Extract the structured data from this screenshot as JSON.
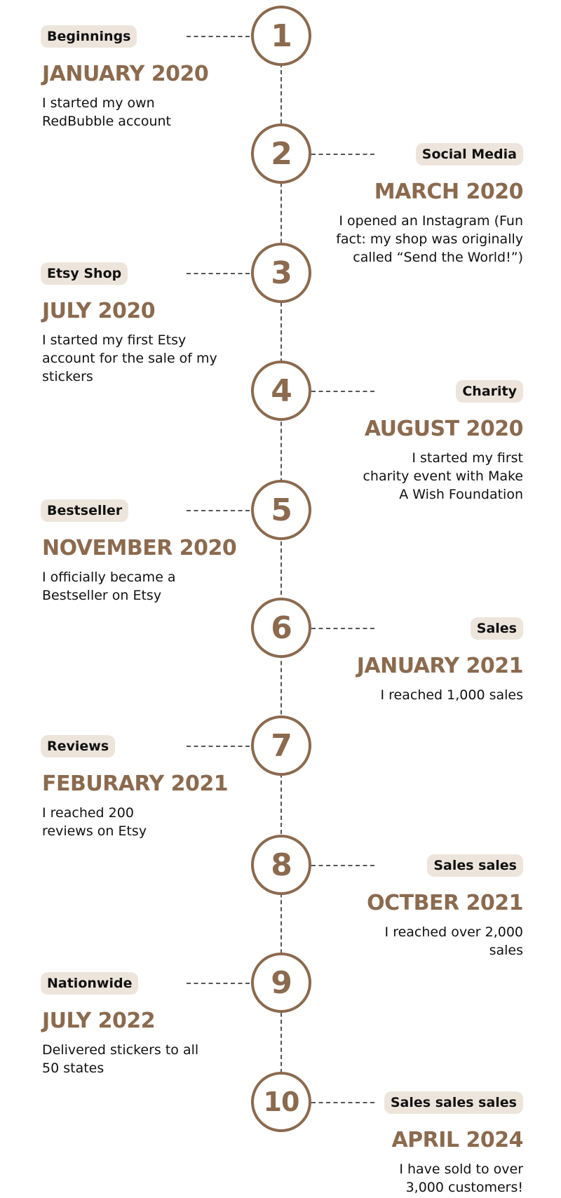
{
  "milestones": [
    {
      "number": "1",
      "side": "left",
      "tag": "Beginnings",
      "date": "JANUARY 2020",
      "description": "I started my own RedBubble account"
    },
    {
      "number": "2",
      "side": "right",
      "tag": "Social Media",
      "date": "MARCH 2020",
      "description": "I opened an Instagram (Fun fact: my shop was originally called “Send the World!”)"
    },
    {
      "number": "3",
      "side": "left",
      "tag": "Etsy Shop",
      "date": "JULY 2020",
      "description": "I started my first Etsy account for the sale of my stickers"
    },
    {
      "number": "4",
      "side": "right",
      "tag": "Charity",
      "date": "AUGUST 2020",
      "description": "I started my first charity event with Make A Wish Foundation"
    },
    {
      "number": "5",
      "side": "left",
      "tag": "Bestseller",
      "date": "NOVEMBER 2020",
      "description": "I officially became a Bestseller on Etsy"
    },
    {
      "number": "6",
      "side": "right",
      "tag": "Sales",
      "date": "JANUARY 2021",
      "description": "I reached 1,000 sales"
    },
    {
      "number": "7",
      "side": "left",
      "tag": "Reviews",
      "date": "FEBURARY 2021",
      "description": "I reached 200 reviews on Etsy"
    },
    {
      "number": "8",
      "side": "right",
      "tag": "Sales sales",
      "date": "OCTBER 2021",
      "description": "I reached over 2,000 sales"
    },
    {
      "number": "9",
      "side": "left",
      "tag": "Nationwide",
      "date": "JULY 2022",
      "description": "Delivered stickers to all 50 states"
    },
    {
      "number": "10",
      "side": "right",
      "tag": "Sales sales sales",
      "date": "APRIL 2024",
      "description": "I have sold to over 3,000 customers!"
    }
  ],
  "colors": {
    "accent": "#8b6a4e",
    "tag_background": "#ede5dc",
    "text": "#111111",
    "connector": "#555555"
  }
}
